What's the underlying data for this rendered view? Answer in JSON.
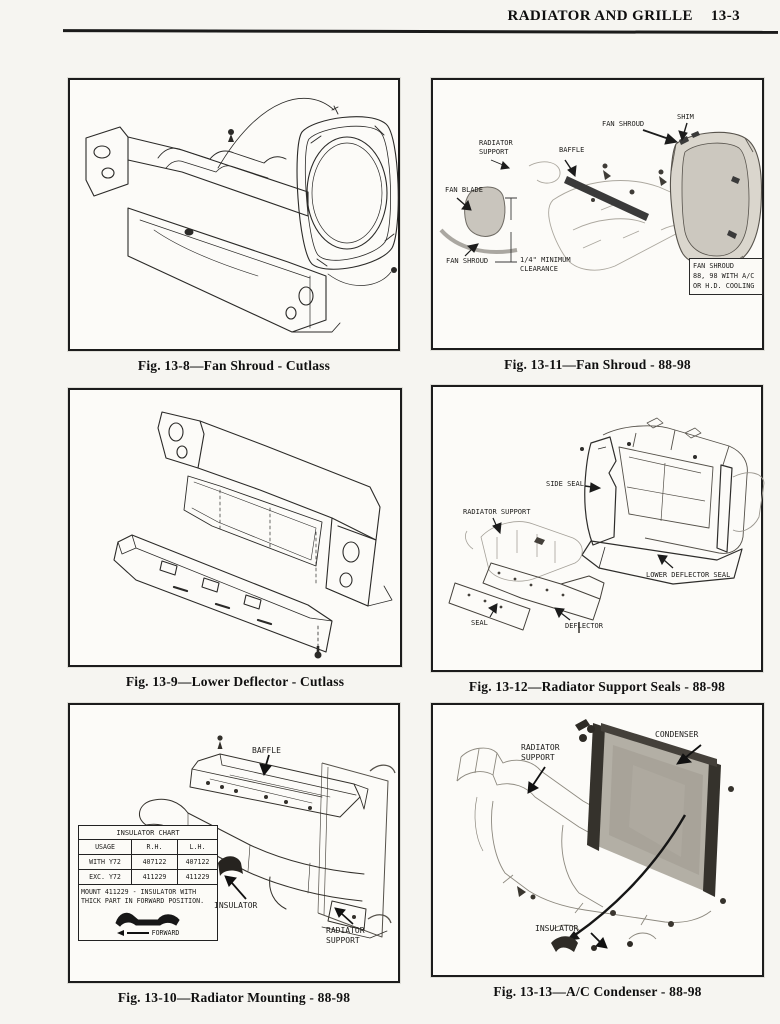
{
  "header": {
    "title": "RADIATOR AND GRILLE",
    "page_number": "13-3"
  },
  "figures": {
    "fig_13_8": {
      "caption": "Fig. 13-8—Fan Shroud - Cutlass"
    },
    "fig_13_11": {
      "caption": "Fig. 13-11—Fan Shroud - 88-98",
      "labels": {
        "fan_shroud_top": "FAN SHROUD",
        "shim": "SHIM",
        "radiator_support": "RADIATOR\nSUPPORT",
        "baffle": "BAFFLE",
        "fan_blade": "FAN BLADE",
        "fan_shroud_bottom": "FAN SHROUD",
        "clearance": "1/4\" MINIMUM\nCLEARANCE"
      },
      "note_box": "FAN SHROUD\n88, 98 WITH A/C\nOR H.D. COOLING"
    },
    "fig_13_9": {
      "caption": "Fig. 13-9—Lower Deflector - Cutlass"
    },
    "fig_13_12": {
      "caption": "Fig. 13-12—Radiator Support Seals - 88-98",
      "labels": {
        "side_seal": "SIDE SEAL",
        "radiator_support": "RADIATOR SUPPORT",
        "lower_deflector_seal": "LOWER DEFLECTOR SEAL",
        "seal": "SEAL",
        "deflector": "DEFLECTOR"
      }
    },
    "fig_13_10": {
      "caption": "Fig. 13-10—Radiator Mounting - 88-98",
      "labels": {
        "baffle": "BAFFLE",
        "insulator": "INSULATOR",
        "radiator_support": "RADIATOR\nSUPPORT"
      },
      "insulator_chart": {
        "title": "INSULATOR CHART",
        "columns": [
          "USAGE",
          "R.H.",
          "L.H."
        ],
        "rows": [
          [
            "WITH Y72",
            "407122",
            "407122"
          ],
          [
            "EXC. Y72",
            "411229",
            "411229"
          ]
        ],
        "note": "MOUNT 411229 - INSULATOR WITH THICK PART IN FORWARD POSITION.",
        "forward_label": "FORWARD"
      }
    },
    "fig_13_13": {
      "caption": "Fig. 13-13—A/C Condenser - 88-98",
      "labels": {
        "condenser": "CONDENSER",
        "radiator_support": "RADIATOR\nSUPPORT",
        "insulator": "INSULATOR"
      }
    }
  }
}
